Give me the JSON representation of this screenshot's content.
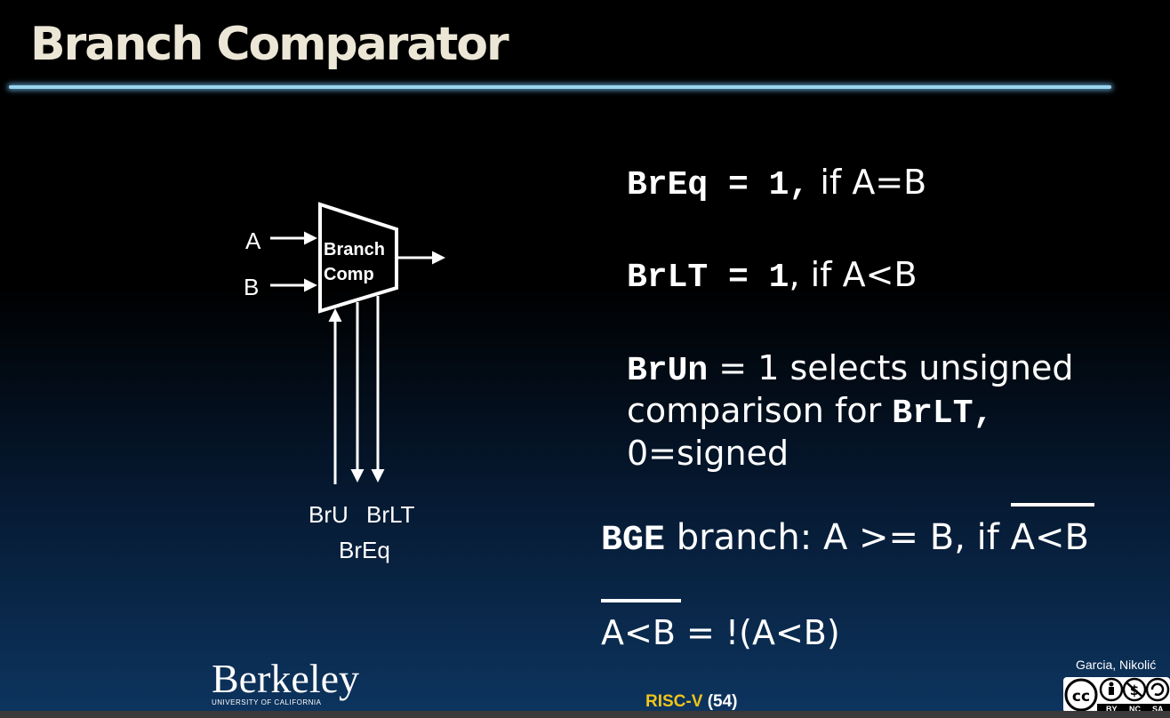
{
  "slide": {
    "title": "Branch Comparator"
  },
  "diagram": {
    "input_a": "A",
    "input_b": "B",
    "block_line1": "Branch",
    "block_line2": "Comp",
    "signal_bru": "BrU",
    "signal_brlt": "BrLT",
    "signal_breq": "BrEq"
  },
  "text": {
    "breq_code": "BrEq = 1,",
    "breq_desc": " if A=B",
    "brlt_code": "BrLT = 1",
    "brlt_desc": ", if A<B",
    "brun_code": "BrUn",
    "brun_desc": " = 1 selects unsigned",
    "brun_line2_pre": "comparison for ",
    "brun_line2_code": "BrLT,",
    "brun_line3": "0=signed",
    "bge_code": "BGE",
    "bge_desc": " branch: A >= B, if ",
    "bge_over": "A<B",
    "neg_over": "A<B",
    "neg_rest": " = !(A<B)"
  },
  "footer": {
    "logo_word": "Berkeley",
    "logo_sub": "UNIVERSITY OF CALIFORNIA",
    "course": "RISC-V",
    "slide_number": "(54)",
    "authors": "Garcia, Nikolić",
    "license_by": "BY",
    "license_nc": "NC",
    "license_sa": "SA"
  },
  "colors": {
    "title": "#ece6d6",
    "rule": "#9ad4ee",
    "course_highlight": "#f0c419"
  }
}
